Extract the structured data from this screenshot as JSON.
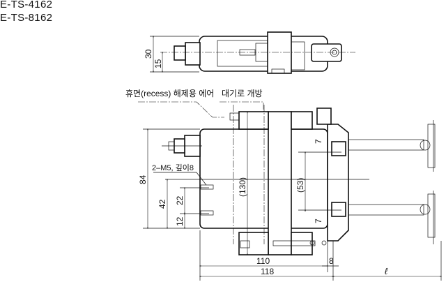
{
  "models": [
    "E-TS-4162",
    "E-TS-8162"
  ],
  "labels": {
    "recess_air": "휴면(recess) 해제용 에어",
    "vent": "대기로 개방",
    "tap": "2–M5, 깊이8"
  },
  "dimensions": {
    "top_height": "30",
    "top_half": "15",
    "height": "84",
    "tap_offset": "42",
    "tap_pitch": "22",
    "tap_bottom": "12",
    "overall_length": "(130)",
    "arm_pitch": "(53)",
    "arm_offset_top": "7",
    "arm_offset_bottom": "7",
    "body_width": "110",
    "bracket": "8",
    "total_width": "118",
    "arm_length": "ℓ"
  }
}
